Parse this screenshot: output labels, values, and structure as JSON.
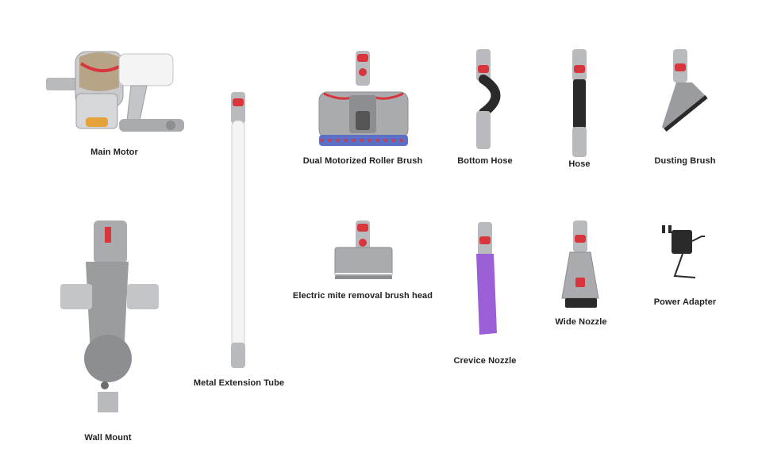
{
  "colors": {
    "grey": "#a9abae",
    "dark_grey": "#8c8e91",
    "red": "#d8353c",
    "purple": "#9b5fd6",
    "black": "#2a2a2a",
    "white": "#f2f2f2"
  },
  "parts": [
    {
      "id": "main-motor",
      "label": "Main Motor",
      "icon": "vacuum-motor-icon"
    },
    {
      "id": "metal-extension-tube",
      "label": "Metal Extension Tube",
      "icon": "extension-tube-icon"
    },
    {
      "id": "dual-motorized-roller-brush",
      "label": "Dual Motorized Roller Brush",
      "icon": "roller-brush-icon"
    },
    {
      "id": "bottom-hose",
      "label": "Bottom Hose",
      "icon": "bottom-hose-icon"
    },
    {
      "id": "hose",
      "label": "Hose",
      "icon": "hose-icon"
    },
    {
      "id": "dusting-brush",
      "label": "Dusting Brush",
      "icon": "dusting-brush-icon"
    },
    {
      "id": "electric-mite-removal-brush-head",
      "label": "Electric mite removal brush head",
      "icon": "mite-brush-icon"
    },
    {
      "id": "crevice-nozzle",
      "label": "Crevice Nozzle",
      "icon": "crevice-nozzle-icon"
    },
    {
      "id": "wide-nozzle",
      "label": "Wide Nozzle",
      "icon": "wide-nozzle-icon"
    },
    {
      "id": "power-adapter",
      "label": "Power Adapter",
      "icon": "power-adapter-icon"
    },
    {
      "id": "wall-mount",
      "label": "Wall Mount",
      "icon": "wall-mount-icon"
    }
  ]
}
